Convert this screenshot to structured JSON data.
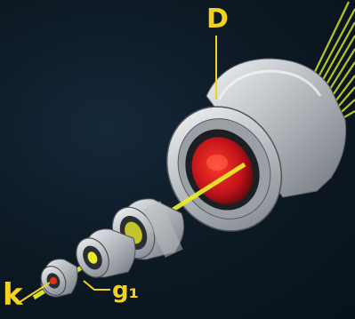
{
  "labels": {
    "anode": "D",
    "cathode": "k",
    "grid": "g₁"
  },
  "colors": {
    "background": "#0c1822",
    "label": "#f2d21a",
    "beam": "#e8ea2a",
    "metal": "#c9ccd0",
    "target": "#c8131b",
    "rays": "#c8d820"
  }
}
